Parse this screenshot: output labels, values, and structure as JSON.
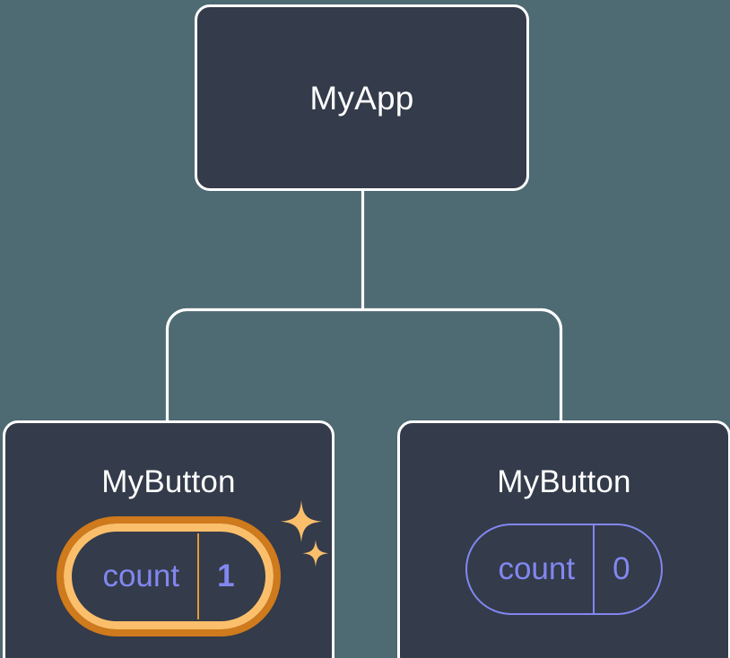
{
  "diagram": {
    "type": "component-tree",
    "title": "React component tree with local state",
    "background_color": "#4e6a72",
    "node_fill_color": "#343b4a",
    "node_border_color": "#ffffff",
    "connector_color": "#ffffff",
    "state_color": "#8287f0",
    "highlight_outer_color": "#cf7a1c",
    "highlight_inner_color": "#fbbf6b",
    "sparkle_color": "#fbbf6b"
  },
  "nodes": [
    {
      "id": "app",
      "label": "MyApp",
      "role": "root-component",
      "state": null,
      "highlighted": false
    },
    {
      "id": "button-left",
      "label": "MyButton",
      "role": "child-component",
      "state": {
        "key": "count",
        "value": "1"
      },
      "highlighted": true,
      "sparkles": [
        {
          "name": "sparkle-large",
          "size": 40
        },
        {
          "name": "sparkle-small",
          "size": 26
        }
      ]
    },
    {
      "id": "button-right",
      "label": "MyButton",
      "role": "child-component",
      "state": {
        "key": "count",
        "value": "0"
      },
      "highlighted": false
    }
  ],
  "edges": [
    {
      "from": "app",
      "to": "button-left"
    },
    {
      "from": "app",
      "to": "button-right"
    }
  ]
}
